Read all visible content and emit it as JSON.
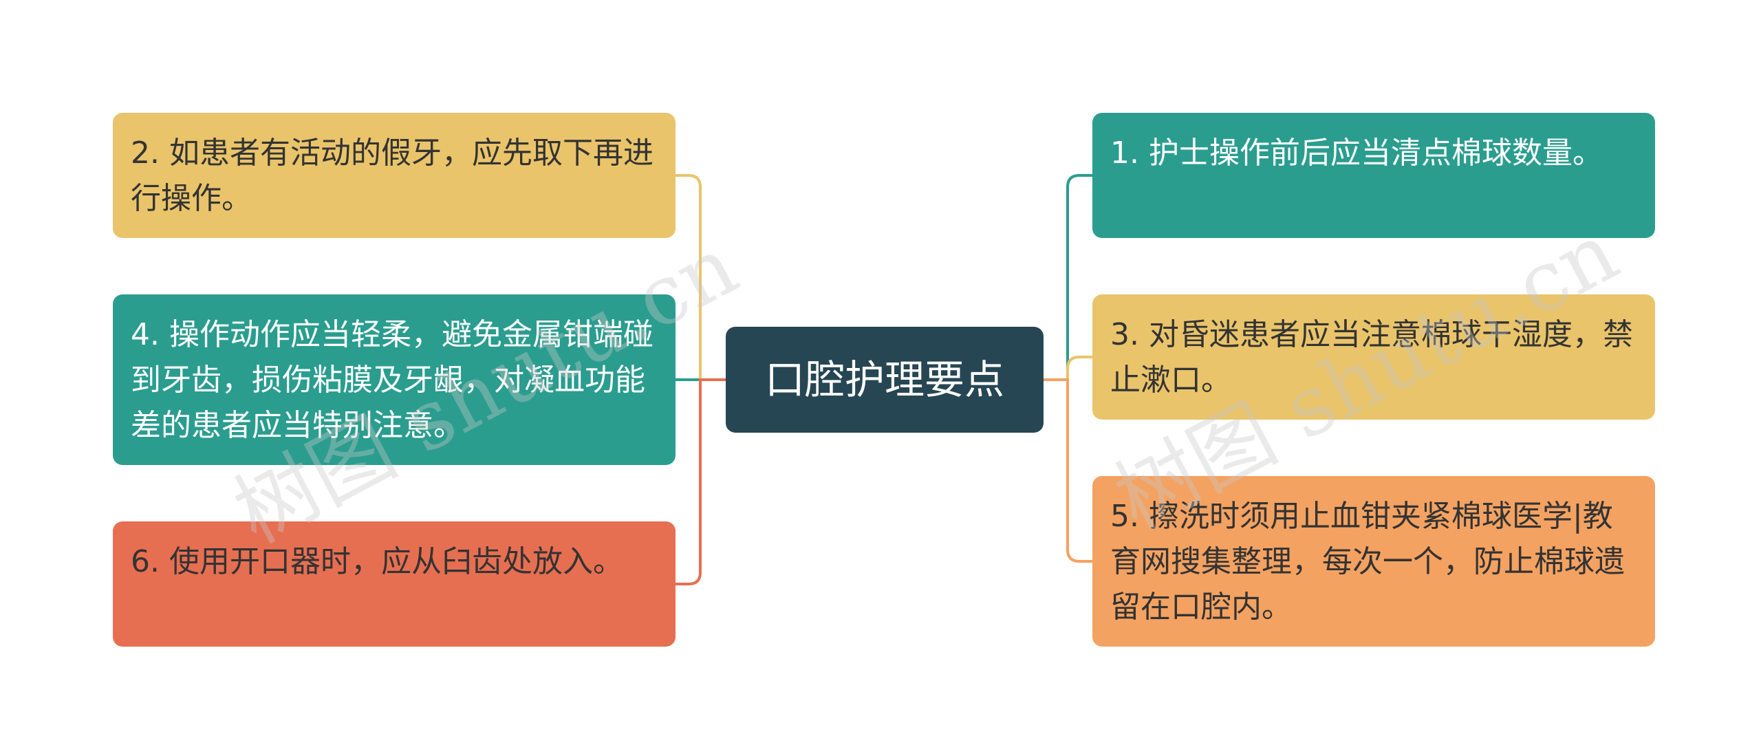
{
  "center": {
    "label": "口腔护理要点",
    "color": "#264653"
  },
  "left_nodes": [
    {
      "id": "n2",
      "text": "2. 如患者有活动的假牙，应先取下再进行操作。",
      "color": "#E9C46A",
      "connector_color": "#E9C46A",
      "text_color": "#333333"
    },
    {
      "id": "n4",
      "text": "4. 操作动作应当轻柔，避免金属钳端碰到牙齿，损伤粘膜及牙龈，对凝血功能差的患者应当特别注意。",
      "color": "#2A9D8F",
      "connector_color": "#2A9D8F",
      "text_color": "#ffffff"
    },
    {
      "id": "n6",
      "text": "6. 使用开口器时，应从臼齿处放入。",
      "color": "#E76F51",
      "connector_color": "#E76F51",
      "text_color": "#333333"
    }
  ],
  "right_nodes": [
    {
      "id": "n1",
      "text": "1. 护士操作前后应当清点棉球数量。",
      "color": "#2A9D8F",
      "connector_color": "#2A9D8F",
      "text_color": "#ffffff"
    },
    {
      "id": "n3",
      "text": "3. 对昏迷患者应当注意棉球干湿度，禁止漱口。",
      "color": "#E9C46A",
      "connector_color": "#E9C46A",
      "text_color": "#333333"
    },
    {
      "id": "n5",
      "text": "5. 擦洗时须用止血钳夹紧棉球医学|教育网搜集整理，每次一个，防止棉球遗留在口腔内。",
      "color": "#F4A261",
      "connector_color": "#F4A261",
      "text_color": "#333333"
    }
  ],
  "watermark": {
    "text": "树图 shutu.cn"
  }
}
